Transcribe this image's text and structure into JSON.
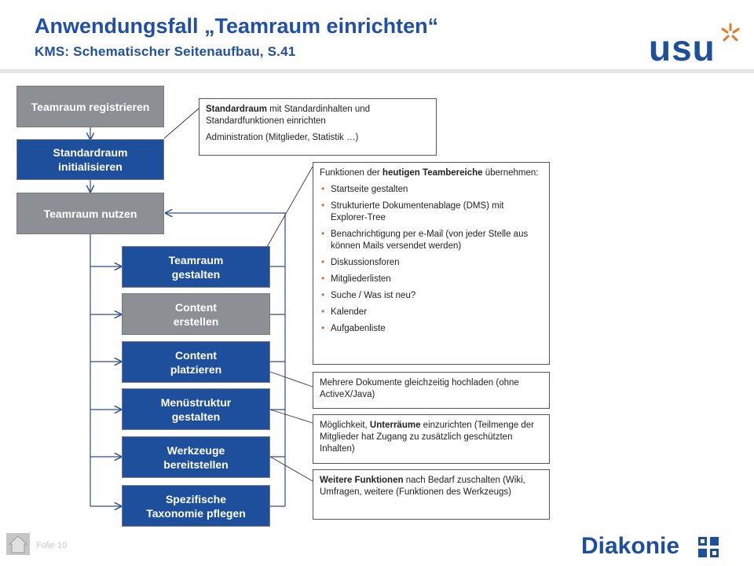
{
  "header": {
    "title": "Anwendungsfall „Teamraum einrichten“",
    "subtitle": "KMS: Schematischer Seitenaufbau, S.41",
    "logo_text": "usu",
    "accent_color": "#1f4fa6"
  },
  "steps": [
    {
      "label": "Teamraum registrieren",
      "color": "gray"
    },
    {
      "label": "Standardraum\ninitialisieren",
      "color": "blue"
    },
    {
      "label": "Teamraum nutzen",
      "color": "gray"
    }
  ],
  "substeps": [
    {
      "label": "Teamraum\ngestalten",
      "color": "blue"
    },
    {
      "label": "Content\nerstellen",
      "color": "gray"
    },
    {
      "label": "Content\nplatzieren",
      "color": "blue"
    },
    {
      "label": "Menüstruktur\ngestalten",
      "color": "blue"
    },
    {
      "label": "Werkzeuge\nbereitstellen",
      "color": "blue"
    },
    {
      "label": "Spezifische\nTaxonomie pflegen",
      "color": "blue"
    }
  ],
  "notes": {
    "standardraum": {
      "bold": "Standardraum",
      "rest": " mit Standardinhalten und Standardfunktionen einrichten",
      "line2": "Administration (Mitglieder, Statistik …)"
    },
    "funktionen": {
      "pre": "Funktionen der ",
      "bold": "heutigen Teambereiche",
      "post": " übernehmen:",
      "items": [
        "Startseite gestalten",
        "Strukturierte Dokumentenablage (DMS) mit Explorer-Tree",
        "Benachrichtigung per e-Mail (von jeder Stelle aus können Mails versendet werden)",
        "Diskussionsforen",
        "Mitgliederlisten",
        "Suche / Was ist neu?",
        "Kalender",
        "Aufgabenliste"
      ]
    },
    "upload": {
      "text": "Mehrere Dokumente gleichzeitig hochladen (ohne ActiveX/Java)"
    },
    "unterraeume": {
      "pre": "Möglichkeit, ",
      "bold": "Unterräume",
      "post": " einzurichten (Teilmenge der Mitglieder hat Zugang zu zusätzlich geschützten Inhalten)"
    },
    "weitere": {
      "bold": "Weitere Funktionen",
      "post": " nach Bedarf zuschalten (Wiki, Umfragen, weitere (Funktionen des Werkzeugs)"
    }
  },
  "footer": {
    "slide_label": "Folie 10",
    "brand": "Diakonie"
  }
}
